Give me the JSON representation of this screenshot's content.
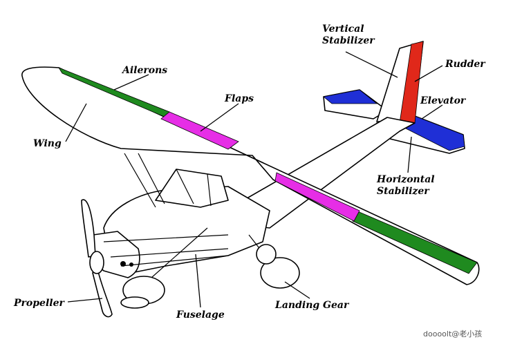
{
  "labels": {
    "vertical_stabilizer": [
      "Vertical",
      "Stabilizer"
    ],
    "rudder": "Rudder",
    "ailerons": "Ailerons",
    "flaps": "Flaps",
    "elevator": "Elevator",
    "wing": "Wing",
    "horizontal_stabilizer": [
      "Horizontal",
      "Stabilizer"
    ],
    "propeller": "Propeller",
    "fuselage": "Fuselage",
    "landing_gear": "Landing Gear"
  },
  "watermark": "doooolt@老小孩",
  "colors": {
    "ailerons": "#1f8a1f",
    "flaps": "#e62ee6",
    "rudder": "#e0281a",
    "elevator": "#1f2fd6"
  }
}
